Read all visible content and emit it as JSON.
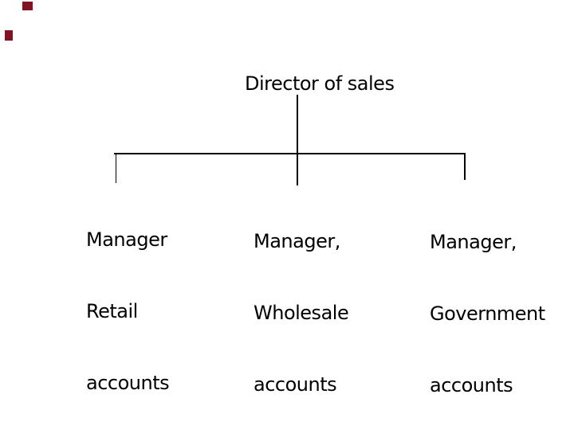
{
  "slide": {
    "background": "#ffffff",
    "text_color": "#000000",
    "line_color": "#000000",
    "accent_color": "#801425"
  },
  "org_chart": {
    "root": {
      "title": "Director of sales"
    },
    "children": [
      {
        "id": "retail",
        "lines": [
          "Manager",
          "Retail",
          "accounts"
        ]
      },
      {
        "id": "wholesale",
        "lines": [
          "Manager,",
          "Wholesale",
          "accounts"
        ]
      },
      {
        "id": "government",
        "lines": [
          "Manager,",
          "Government",
          "accounts"
        ]
      }
    ]
  }
}
